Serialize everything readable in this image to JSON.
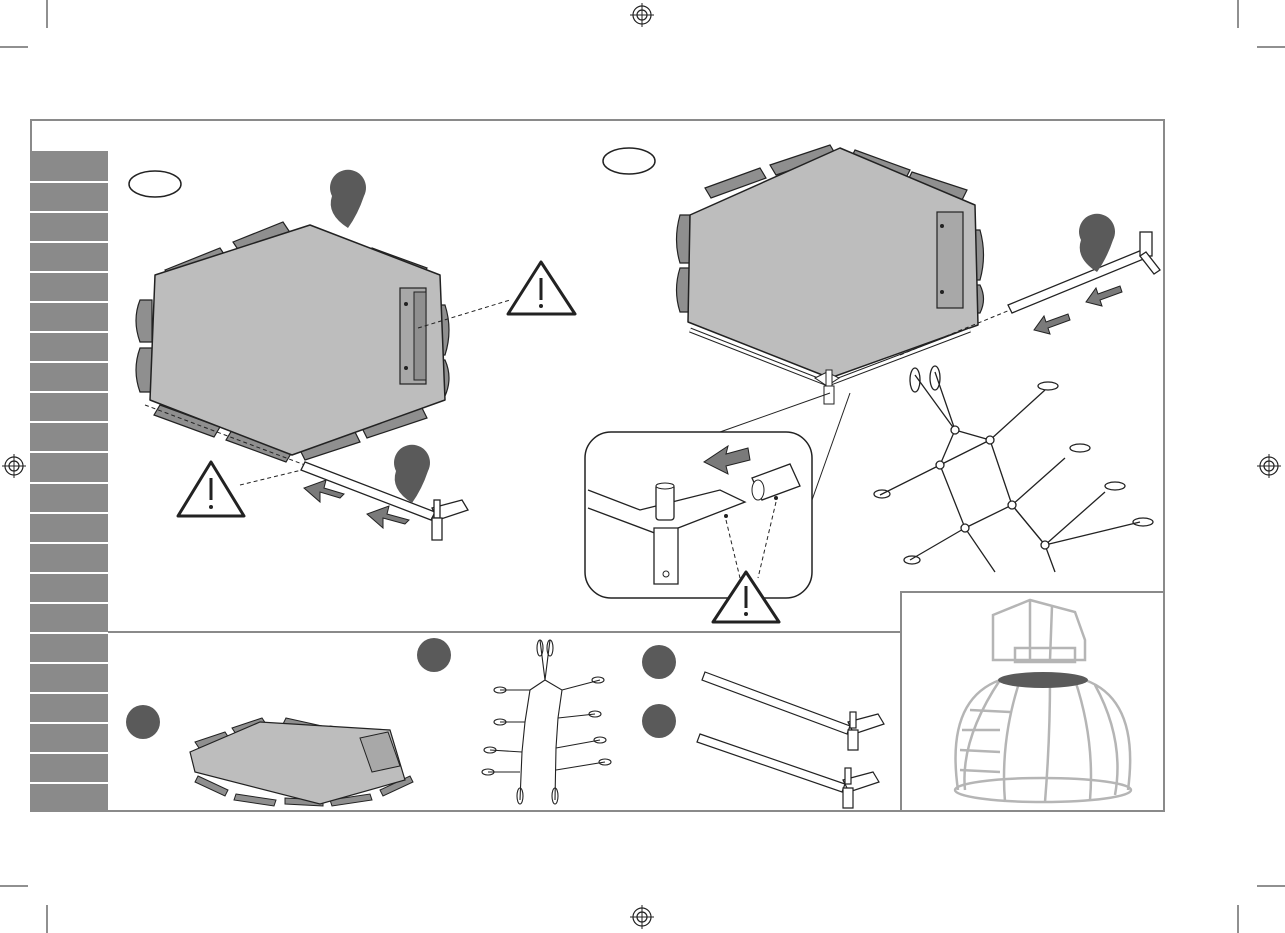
{
  "document": {
    "type": "assembly-instructions-page",
    "step_badges": [
      {
        "label": ""
      },
      {
        "label": ""
      }
    ],
    "callout_markers": [
      {
        "label": ""
      },
      {
        "label": ""
      },
      {
        "label": ""
      }
    ],
    "sidebar": {
      "rows": 22
    },
    "colors": {
      "frame": "#8a8a8a",
      "panel_fill": "#bdbdbd",
      "panel_shadow": "#8f8f8f",
      "marker_fill": "#5a5a5a",
      "arrow_fill": "#7a7a7a",
      "line": "#222222",
      "preview": "#b5b5b5"
    },
    "parts_row": {
      "items": [
        {
          "name": "trampoline-mat",
          "badge": ""
        },
        {
          "name": "climbing-net",
          "badge": ""
        },
        {
          "name": "pole-with-connector-a",
          "badge": ""
        },
        {
          "name": "pole-with-connector-b",
          "badge": ""
        }
      ]
    }
  }
}
